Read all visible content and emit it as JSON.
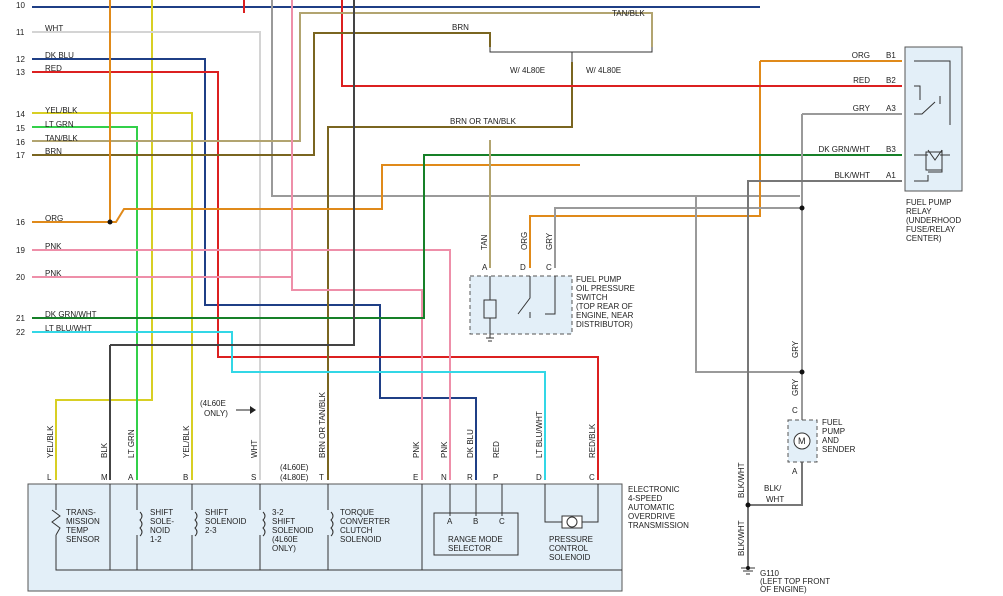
{
  "pins_left": [
    {
      "num": "10",
      "wire": ""
    },
    {
      "num": "11",
      "wire": "WHT"
    },
    {
      "num": "12",
      "wire": "DK BLU"
    },
    {
      "num": "13",
      "wire": "RED"
    },
    {
      "num": "14",
      "wire": "YEL/BLK"
    },
    {
      "num": "15",
      "wire": "LT GRN"
    },
    {
      "num": "16",
      "wire": "TAN/BLK"
    },
    {
      "num": "17",
      "wire": "BRN"
    },
    {
      "num": "16",
      "wire": "ORG"
    },
    {
      "num": "19",
      "wire": "PNK"
    },
    {
      "num": "20",
      "wire": "PNK"
    },
    {
      "num": "21",
      "wire": "DK GRN/WHT"
    },
    {
      "num": "22",
      "wire": "LT BLU/WHT"
    }
  ],
  "top_wires": {
    "brn": "BRN",
    "tan_blk": "TAN/BLK",
    "w_4l80e_left": "W/ 4L80E",
    "w_4l80e_right": "W/ 4L80E",
    "brn_or_tan": "BRN OR TAN/BLK"
  },
  "relay": {
    "pins": [
      {
        "wire": "ORG",
        "pin": "B1"
      },
      {
        "wire": "RED",
        "pin": "B2"
      },
      {
        "wire": "GRY",
        "pin": "A3"
      },
      {
        "wire": "DK GRN/WHT",
        "pin": "B3"
      },
      {
        "wire": "BLK/WHT",
        "pin": "A1"
      }
    ],
    "caption": [
      "FUEL PUMP",
      "RELAY",
      "(UNDERHOOD",
      "FUSE/RELAY",
      "CENTER)"
    ]
  },
  "oil_switch": {
    "wires": [
      "TAN",
      "ORG",
      "GRY"
    ],
    "pins": [
      "A",
      "D",
      "C"
    ],
    "caption": [
      "FUEL PUMP",
      "OIL PRESSURE",
      "SWITCH",
      "(TOP REAR OF",
      "ENGINE, NEAR",
      "DISTRIBUTOR)"
    ]
  },
  "fuel_pump": {
    "wire_top": "GRY",
    "wire_mid": "GRY",
    "pins": [
      "C",
      "A"
    ],
    "caption": [
      "FUEL",
      "PUMP",
      "AND",
      "SENDER"
    ]
  },
  "ground": {
    "wires": [
      "BLK/WHT",
      "BLK/",
      "WHT",
      "BLK/WHT"
    ],
    "caption": [
      "G110",
      "(LEFT TOP FRONT",
      "OF ENGINE)"
    ]
  },
  "note_4l60e_only": [
    "(4L60E",
    "ONLY)"
  ],
  "trans_wires": [
    {
      "wire": "YEL/BLK",
      "pin": "L"
    },
    {
      "wire": "BLK",
      "pin": "M"
    },
    {
      "wire": "LT GRN",
      "pin": "A"
    },
    {
      "wire": "YEL/BLK",
      "pin": "B"
    },
    {
      "wire": "WHT",
      "pin": "S"
    },
    {
      "wire": "BRN OR TAN/BLK",
      "pin": "T"
    },
    {
      "wire": "PNK",
      "pin": "E"
    },
    {
      "wire": "PNK",
      "pin": "N"
    },
    {
      "wire": "DK BLU",
      "pin": "R"
    },
    {
      "wire": "RED",
      "pin": "P"
    },
    {
      "wire": "LT BLU/WHT",
      "pin": "D"
    },
    {
      "wire": "RED/BLK",
      "pin": "C"
    }
  ],
  "pin_variants": {
    "t": "(4L60E)",
    "s": "(4L80E)"
  },
  "trans_components": {
    "temp": [
      "TRANS-",
      "MISSION",
      "TEMP",
      "SENSOR"
    ],
    "shift12": [
      "SHIFT",
      "SOLE-",
      "NOID",
      "1-2"
    ],
    "shift23": [
      "SHIFT",
      "SOLENOID",
      "2-3"
    ],
    "shift32": [
      "3-2",
      "SHIFT",
      "SOLENOID",
      "(4L60E",
      "ONLY)"
    ],
    "tcc": [
      "TORQUE",
      "CONVERTER",
      "CLUTCH",
      "SOLENOID"
    ],
    "range": {
      "pins": [
        "A",
        "B",
        "C"
      ],
      "label": [
        "RANGE MODE",
        "SELECTOR"
      ]
    },
    "pcs": [
      "PRESSURE",
      "CONTROL",
      "SOLENOID"
    ]
  },
  "trans_caption": [
    "ELECTRONIC",
    "4-SPEED",
    "AUTOMATIC",
    "OVERDRIVE",
    "TRANSMISSION"
  ],
  "colors": {
    "wht": "#d4d4d4",
    "dkblu": "#1f3f86",
    "red": "#dc2020",
    "yel": "#d8cf24",
    "ltgrn": "#33d04a",
    "tan": "#b2a470",
    "brn": "#7a6520",
    "org": "#e08a1a",
    "pnk": "#ee8fa9",
    "dkgrn": "#168028",
    "ltblu": "#33d7e6",
    "gry": "#9a9a9a",
    "blk": "#444444"
  }
}
